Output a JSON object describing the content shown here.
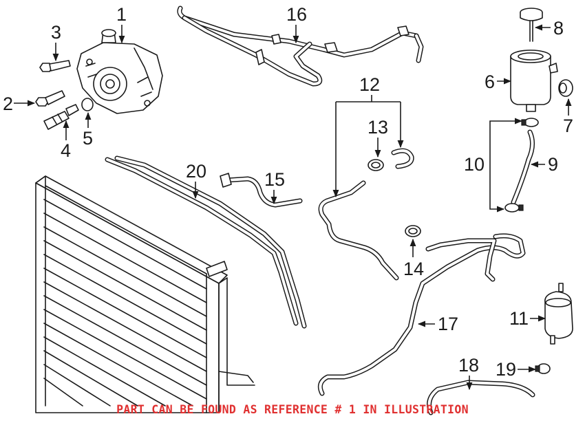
{
  "callouts": {
    "c1": "1",
    "c2": "2",
    "c3": "3",
    "c4": "4",
    "c5": "5",
    "c6": "6",
    "c7": "7",
    "c8": "8",
    "c9": "9",
    "c10": "10",
    "c11": "11",
    "c12": "12",
    "c13": "13",
    "c14": "14",
    "c15": "15",
    "c16": "16",
    "c17": "17",
    "c18": "18",
    "c19": "19",
    "c20": "20"
  },
  "footer_note": "PART CAN BE FOUND AS REFERENCE # 1 IN ILLUSTRATION",
  "colors": {
    "line": "#1a1a1a",
    "footer_text": "#e03030",
    "background": "#ffffff"
  }
}
